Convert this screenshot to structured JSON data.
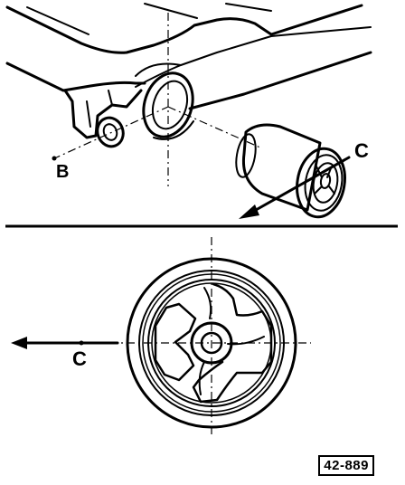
{
  "labels": {
    "top_b": "B",
    "top_c": "C",
    "bottom_c": "C"
  },
  "figure_number": "42-889"
}
